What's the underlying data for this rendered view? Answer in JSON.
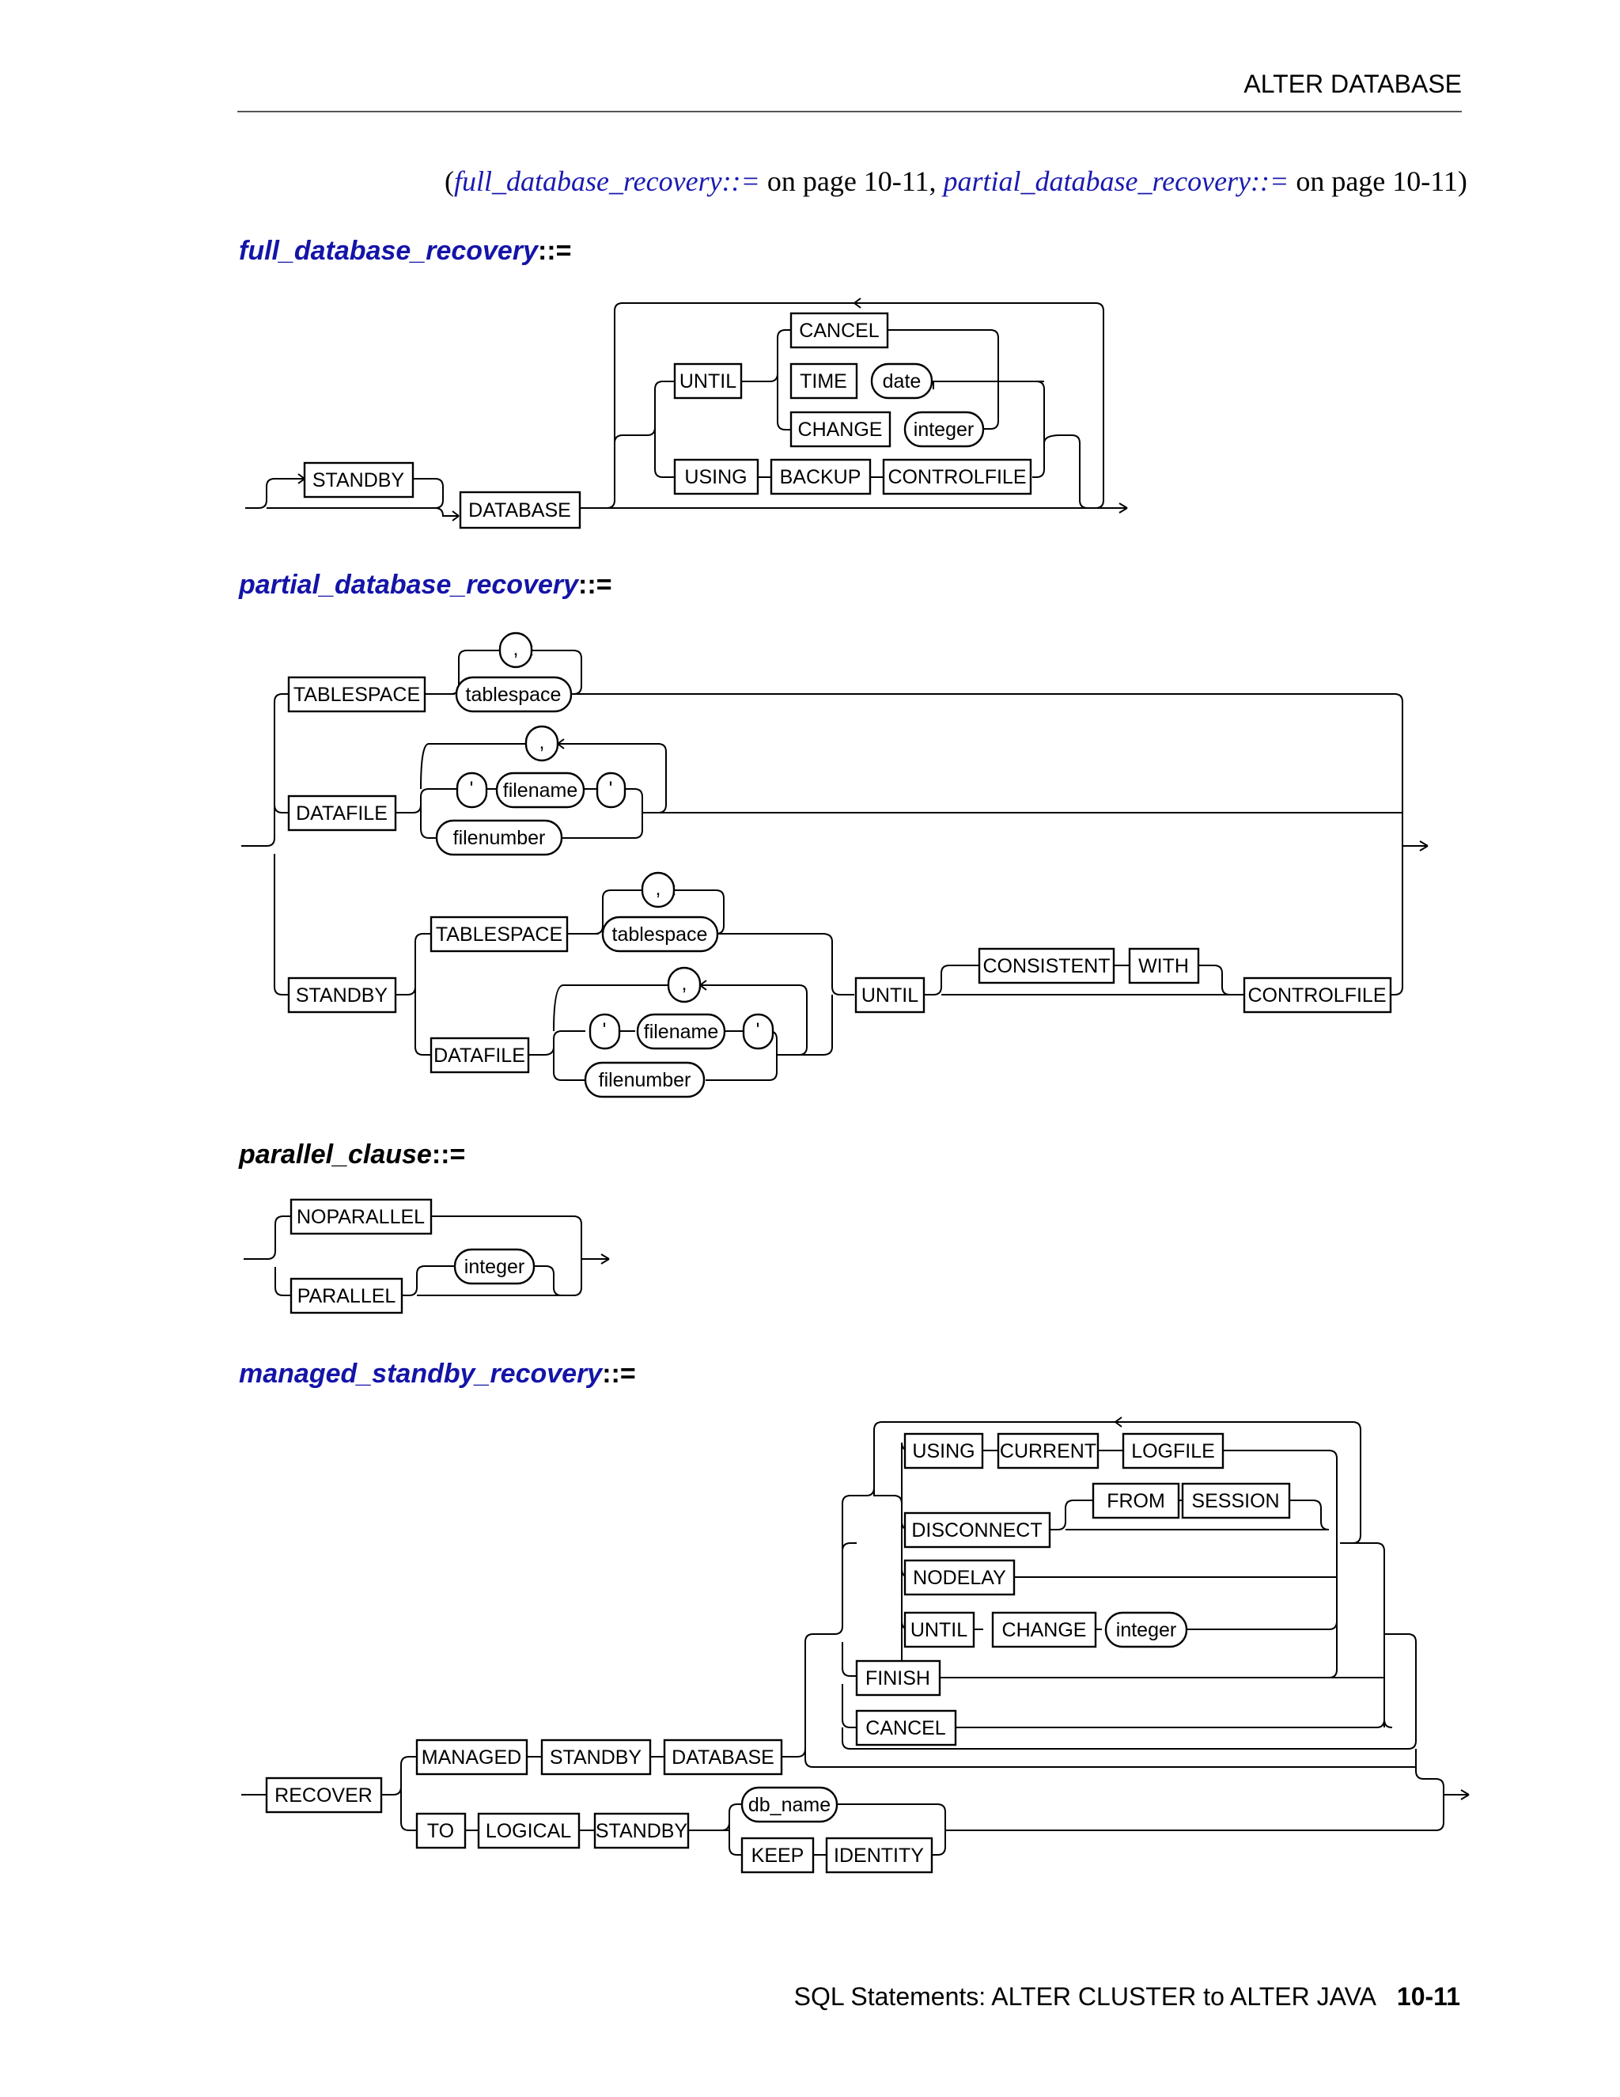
{
  "header": {
    "title": "ALTER DATABASE"
  },
  "xref": {
    "open": "(",
    "link1": "full_database_recovery::=",
    "page1": " on page 10-11, ",
    "link2": "partial_database_recovery::=",
    "page2": " on page 10-11)"
  },
  "sections": {
    "full": {
      "name": "full_database_recovery",
      "op": "::="
    },
    "partial": {
      "name": "partial_database_recovery",
      "op": "::="
    },
    "parallel": {
      "name": "parallel_clause",
      "op": "::="
    },
    "managed": {
      "name": "managed_standby_recovery",
      "op": "::="
    }
  },
  "diagrams": {
    "full": {
      "STANDBY": "STANDBY",
      "DATABASE": "DATABASE",
      "UNTIL": "UNTIL",
      "CANCEL": "CANCEL",
      "TIME": "TIME",
      "date": "date",
      "CHANGE": "CHANGE",
      "integer": "integer",
      "USING": "USING",
      "BACKUP": "BACKUP",
      "CONTROLFILE": "CONTROLFILE"
    },
    "partial": {
      "TABLESPACE": "TABLESPACE",
      "comma": ",",
      "tablespace": "tablespace",
      "DATAFILE": "DATAFILE",
      "quote": "'",
      "filename": "filename",
      "filenumber": "filenumber",
      "STANDBY": "STANDBY",
      "UNTIL": "UNTIL",
      "CONSISTENT": "CONSISTENT",
      "WITH": "WITH",
      "CONTROLFILE": "CONTROLFILE"
    },
    "parallel": {
      "NOPARALLEL": "NOPARALLEL",
      "PARALLEL": "PARALLEL",
      "integer": "integer"
    },
    "managed": {
      "RECOVER": "RECOVER",
      "MANAGED": "MANAGED",
      "STANDBY": "STANDBY",
      "DATABASE": "DATABASE",
      "USING": "USING",
      "CURRENT": "CURRENT",
      "LOGFILE": "LOGFILE",
      "DISCONNECT": "DISCONNECT",
      "FROM": "FROM",
      "SESSION": "SESSION",
      "NODELAY": "NODELAY",
      "UNTIL": "UNTIL",
      "CHANGE": "CHANGE",
      "integer": "integer",
      "FINISH": "FINISH",
      "CANCEL": "CANCEL",
      "TO": "TO",
      "LOGICAL": "LOGICAL",
      "db_name": "db_name",
      "KEEP": "KEEP",
      "IDENTITY": "IDENTITY"
    }
  },
  "footer": {
    "title": "SQL Statements: ALTER CLUSTER to ALTER JAVA",
    "page": "10-11"
  }
}
